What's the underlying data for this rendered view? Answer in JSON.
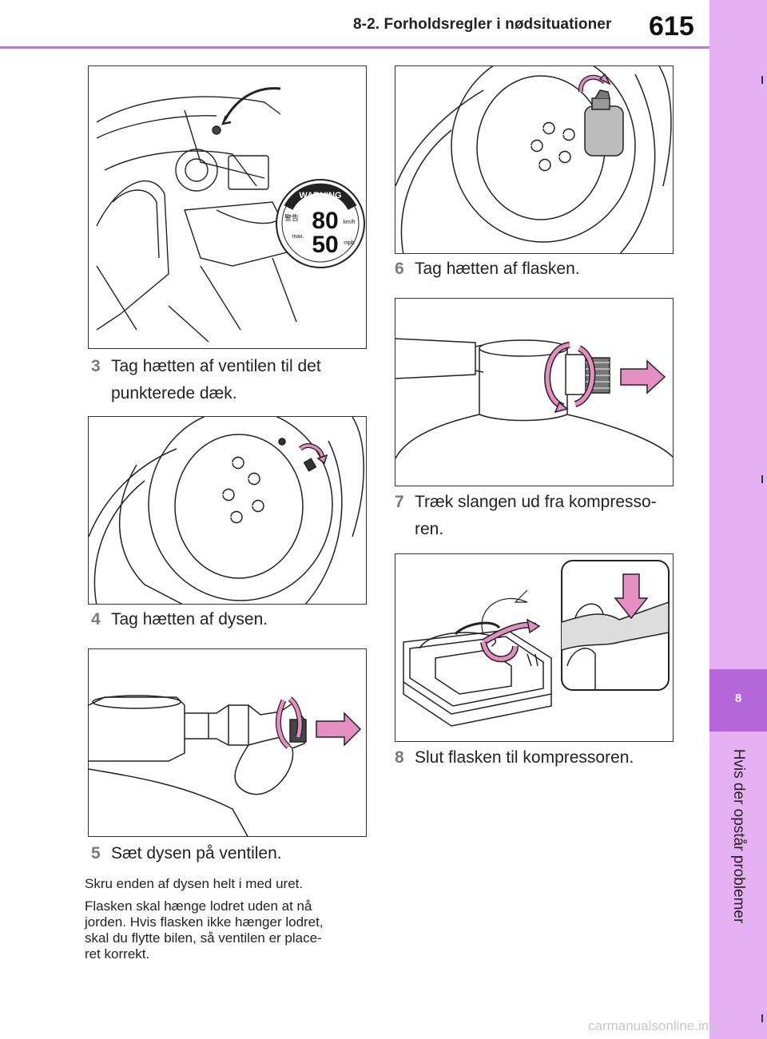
{
  "header": {
    "section_title": "8-2. Forholdsregler i nødsituationer",
    "page_number": "615"
  },
  "side_tab": {
    "chapter_number": "8",
    "chapter_title": "Hvis der opstår problemer"
  },
  "warning_label": {
    "title": "WARNING",
    "speed_kmh": "80",
    "speed_mph": "50",
    "unit_kmh": "km/h",
    "unit_mph": "mph",
    "max_text": "max.",
    "kanji": "警告"
  },
  "steps": [
    {
      "number": "3",
      "line1": "Tag hætten af ventilen til det",
      "line2": "punkterede dæk."
    },
    {
      "number": "4",
      "line1": "Tag hætten af dysen."
    },
    {
      "number": "5",
      "line1": "Sæt dysen på ventilen."
    },
    {
      "number": "6",
      "line1": "Tag hætten af flasken."
    },
    {
      "number": "7",
      "line1": "Træk slangen ud fra kompresso-",
      "line2": "ren."
    },
    {
      "number": "8",
      "line1": "Slut flasken til kompressoren."
    }
  ],
  "notes": [
    {
      "lines": [
        "Skru enden af dysen helt i med uret."
      ]
    },
    {
      "lines": [
        "Flasken skal hænge lodret uden at nå",
        "jorden. Hvis flasken ikke hænger lodret,",
        "skal du flytte bilen, så ventilen er place-",
        "ret korrekt."
      ]
    }
  ],
  "watermark": "carmanualsonline.info",
  "colors": {
    "accent": "#b67fc6",
    "tab": "#e6b1f2",
    "chapter": "#b566d9",
    "step_number": "#7a7a7a"
  }
}
